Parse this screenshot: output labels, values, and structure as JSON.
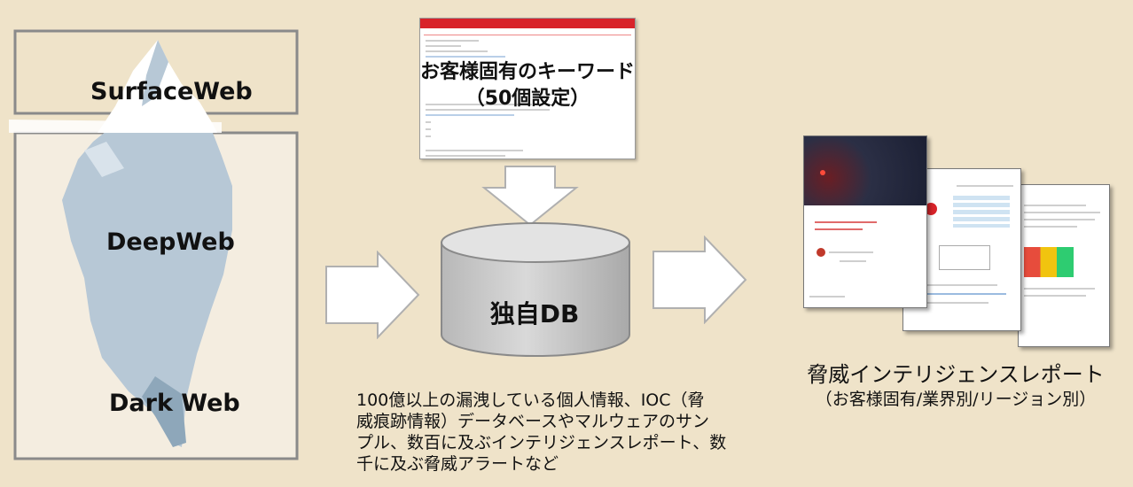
{
  "iceberg": {
    "surface_label": "SurfaceWeb",
    "deep_label": "DeepWeb",
    "dark_label": "Dark Web"
  },
  "keyword_doc": {
    "title_line1": "お客様固有のキーワード",
    "title_line2": "（50個設定）"
  },
  "database": {
    "label": "独自DB",
    "description_lines": [
      "100億以上の漏洩している個人情報、IOC（脅",
      "威痕跡情報）データベースやマルウェアのサン",
      "プル、数百に及ぶインテリジェンスレポート、数",
      "千に及ぶ脅威アラートなど"
    ]
  },
  "reports": {
    "title": "脅威インテリジェンスレポート",
    "subtitle": "（お客様固有/業界別/リージョン別）"
  },
  "colors": {
    "background": "#efe3c9",
    "ice": "#b7c8d6",
    "ice_dark": "#8ea7ba",
    "doc_header": "#d8232a",
    "db_top": "#e3e3e3",
    "db_body": "#c9c9c9"
  }
}
